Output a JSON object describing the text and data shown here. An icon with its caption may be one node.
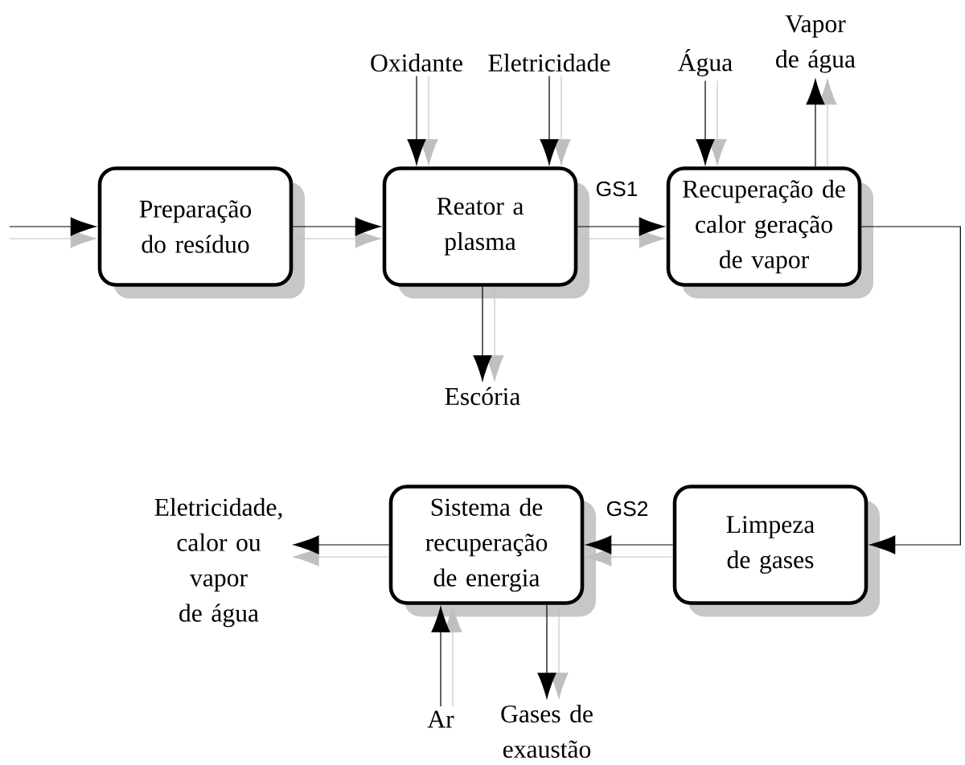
{
  "diagram": {
    "nodes": [
      {
        "text": [
          "Preparação do resíduo"
        ]
      },
      {
        "text": [
          "Reator a plasma"
        ]
      },
      {
        "text": [
          "Recuperação de calor geração de vapor"
        ]
      },
      {
        "text": [
          "Limpeza de gases"
        ]
      },
      {
        "text": [
          "Sistema de recuperação de energia"
        ]
      },
      {
        "text": [
          "Oxidante"
        ]
      },
      {
        "text": [
          "Eletricidade"
        ]
      },
      {
        "text": [
          "Água"
        ]
      },
      {
        "text": [
          "Vapor de água"
        ]
      },
      {
        "text": [
          "Escória"
        ]
      },
      {
        "text": [
          "Eletricidade, calor ou vapor de água"
        ]
      },
      {
        "text": [
          "Ar"
        ]
      },
      {
        "text": [
          "Gases de exaustão"
        ]
      }
    ],
    "edges": [
      {
        "from": null,
        "to": 0,
        "arrow": "to"
      },
      {
        "from": 5,
        "to": 1,
        "arrow": "to"
      },
      {
        "from": 6,
        "to": 1,
        "arrow": "to"
      },
      {
        "from": 7,
        "to": 2,
        "arrow": "to"
      },
      {
        "from": 2,
        "to": 8,
        "arrow": "to"
      },
      {
        "from": 0,
        "to": 1,
        "arrow": "to"
      },
      {
        "from": 1,
        "to": 2,
        "arrow": "to",
        "label": "GS1"
      },
      {
        "from": 2,
        "to": 3,
        "arrow": "to"
      },
      {
        "from": 1,
        "to": 9,
        "arrow": "to"
      },
      {
        "from": 3,
        "to": 4,
        "arrow": "to",
        "label": "GS2"
      },
      {
        "from": 4,
        "to": 10,
        "arrow": "to"
      },
      {
        "from": 11,
        "to": 4,
        "arrow": "to"
      },
      {
        "from": 4,
        "to": 12,
        "arrow": "to"
      }
    ]
  }
}
